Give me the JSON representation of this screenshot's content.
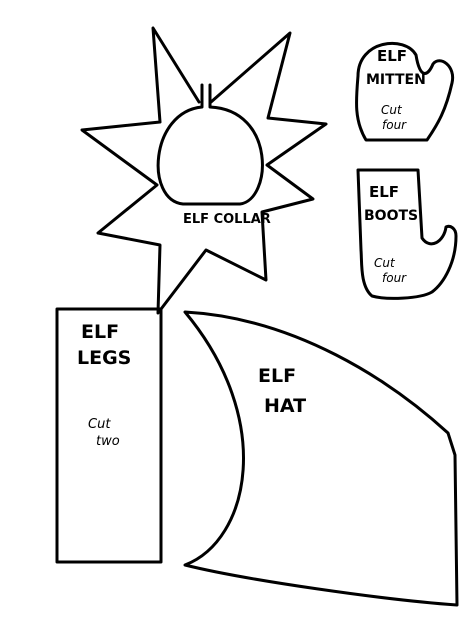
{
  "pieces": {
    "collar": {
      "name": "ELF COLLAR"
    },
    "mitten": {
      "line1": "ELF",
      "line2": "MITTEN",
      "cut_line1": "Cut",
      "cut_line2": "four"
    },
    "boots": {
      "line1": "ELF",
      "line2": "BOOTS",
      "cut_line1": "Cut",
      "cut_line2": "four"
    },
    "legs": {
      "line1": "ELF",
      "line2": "LEGS",
      "cut_line1": "Cut",
      "cut_line2": "two"
    },
    "hat": {
      "line1": "ELF",
      "line2": "HAT"
    }
  }
}
